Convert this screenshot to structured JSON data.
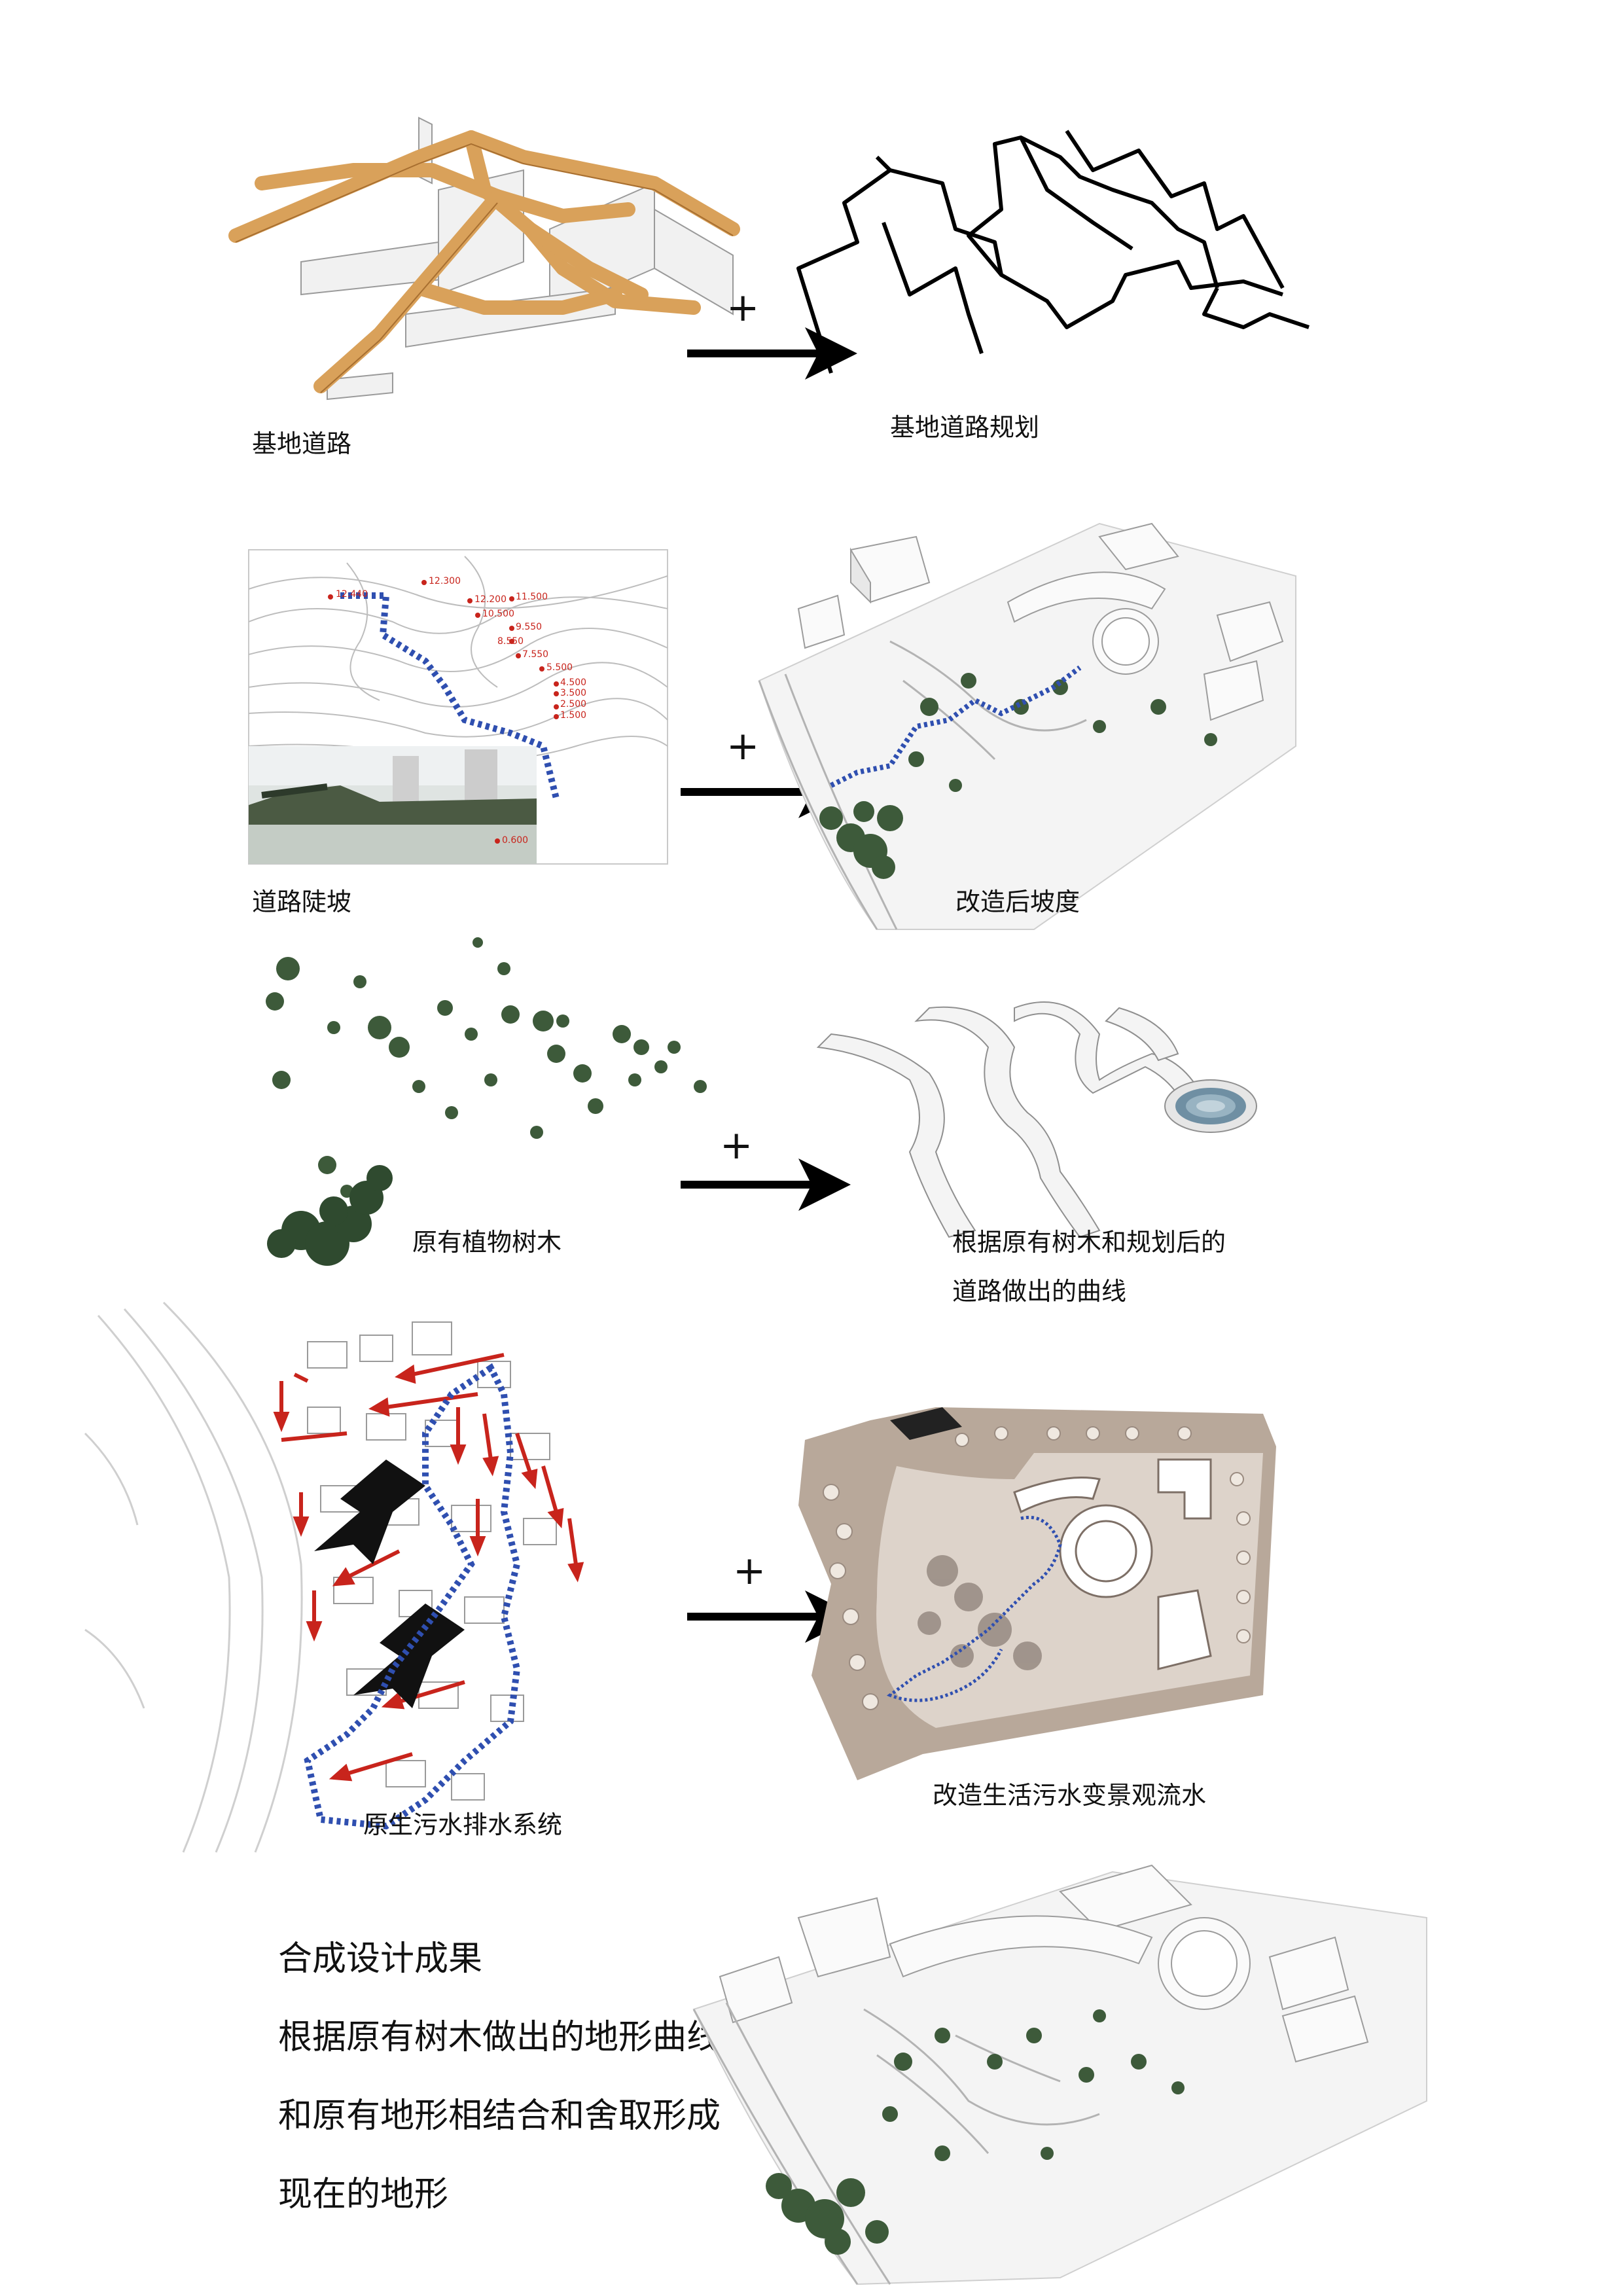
{
  "rows": [
    {
      "left_caption": "基地道路",
      "right_caption": "基地道路规划"
    },
    {
      "left_caption": "道路陡坡",
      "right_caption": "改造后坡度",
      "elevations": [
        "12.440",
        "12.300",
        "12.200",
        "11.500",
        "10.500",
        "9.550",
        "8.550",
        "7.550",
        "5.500",
        "4.500",
        "3.500",
        "2.500",
        "1.500",
        "0.600"
      ]
    },
    {
      "left_caption": "原有植物树木",
      "right_caption_line1": "根据原有树木和规划后的",
      "right_caption_line2": "道路做出的曲线"
    },
    {
      "left_caption": "原生污水排水系统",
      "right_caption": "改造生活污水变景观流水"
    }
  ],
  "connector_symbol": "+",
  "summary": {
    "title": "合成设计成果",
    "lines": [
      "根据原有树木做出的地形曲线",
      "和原有地形相结合和舍取形成",
      "现在的地形"
    ]
  },
  "colors": {
    "road_orange": "#d9a15a",
    "flow_blue": "#2f4fb0",
    "flow_red": "#c8241c",
    "tree_green": "#3d5a3a",
    "sepia_ground": "#b8a89a"
  }
}
